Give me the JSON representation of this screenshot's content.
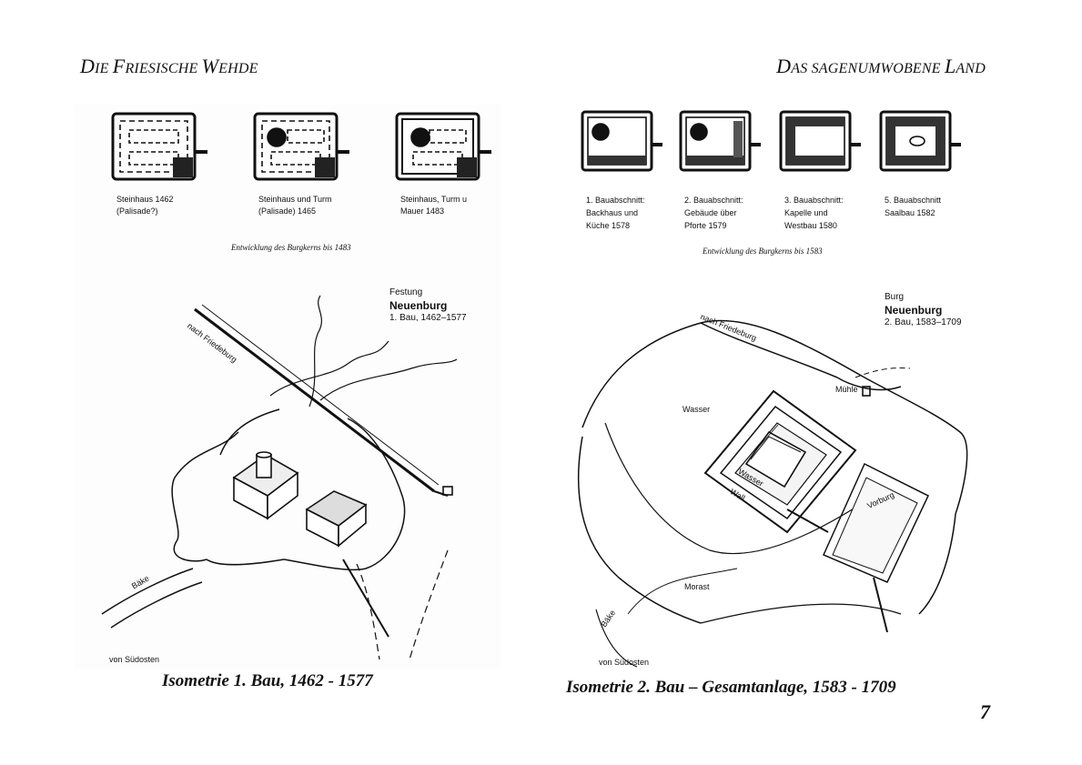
{
  "header": {
    "left": {
      "cap1": "D",
      "rest1": "ie ",
      "cap2": "F",
      "rest2": "riesische ",
      "cap3": "W",
      "rest3": "ehde"
    },
    "right": {
      "cap1": "D",
      "rest1": "as sagenumwobene ",
      "cap2": "L",
      "rest2": "and"
    }
  },
  "left_panel": {
    "stages": [
      {
        "line1": "Steinhaus 1462",
        "line2": "(Palisade?)"
      },
      {
        "line1": "Steinhaus und Turm",
        "line2": "(Palisade) 1465"
      },
      {
        "line1": "Steinhaus, Turm u",
        "line2": "Mauer 1483"
      }
    ],
    "subtitle": "Entwicklung des Burgkerns bis 1483",
    "title_line1": "Festung",
    "title_line2": "Neuenburg",
    "title_line3": "1. Bau, 1462–1577",
    "road_label": "nach Friedeburg",
    "river_label": "Bäke",
    "view_label": "von Südosten"
  },
  "right_panel": {
    "stages": [
      {
        "line1": "1. Bauabschnitt:",
        "line2": "Backhaus und",
        "line3": "Küche 1578"
      },
      {
        "line1": "2. Bauabschnitt:",
        "line2": "Gebäude über",
        "line3": "Pforte 1579"
      },
      {
        "line1": "3. Bauabschnitt:",
        "line2": "Kapelle und",
        "line3": "Westbau 1580"
      },
      {
        "line1": "5. Bauabschnitt",
        "line2": "Saalbau 1582",
        "line3": ""
      }
    ],
    "subtitle": "Entwicklung des Burgkerns bis 1583",
    "title_line1": "Burg",
    "title_line2": "Neuenburg",
    "title_line3": "2. Bau, 1583–1709",
    "road_label": "nach Friedeburg",
    "muehle_label": "Mühle",
    "wasser1_label": "Wasser",
    "wasser2_label": "Wasser",
    "wall_label": "Wall",
    "vorburg_label": "Vorburg",
    "morast_label": "Morast",
    "river_label": "Bäke",
    "view_label": "von Südosten"
  },
  "captions": {
    "left": "Isometrie 1. Bau, 1462 - 1577",
    "right": "Isometrie 2. Bau  –  Gesamtanlage, 1583 - 1709"
  },
  "page_number": "7"
}
